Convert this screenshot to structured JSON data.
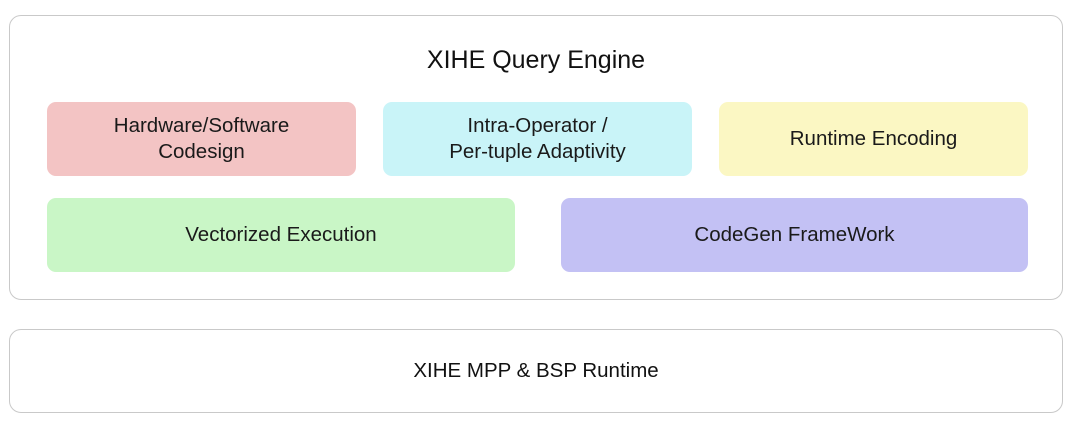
{
  "engine": {
    "title": "XIHE Query Engine",
    "components": {
      "hardware_software": {
        "line1": "Hardware/Software",
        "line2": "Codesign",
        "color": "#f3c4c4"
      },
      "intra_operator": {
        "line1": "Intra-Operator /",
        "line2": "Per-tuple Adaptivity",
        "color": "#c9f4f8"
      },
      "runtime_encoding": {
        "label": "Runtime Encoding",
        "color": "#fbf7c3"
      },
      "vectorized_execution": {
        "label": "Vectorized Execution",
        "color": "#c9f6c6"
      },
      "codegen_framework": {
        "label": "CodeGen FrameWork",
        "color": "#c3c1f4"
      }
    }
  },
  "runtime": {
    "label": "XIHE MPP & BSP Runtime"
  }
}
